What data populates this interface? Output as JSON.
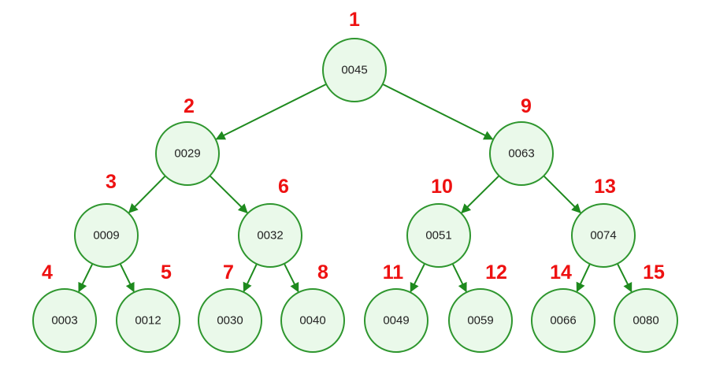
{
  "colors": {
    "node_fill": "#eaf9ea",
    "node_stroke": "#2e962e",
    "edge": "#1e8a1e",
    "order_label": "#ee1111",
    "node_text": "#222222"
  },
  "nodes": [
    {
      "id": "n1",
      "value": "0045",
      "order": "1"
    },
    {
      "id": "n2",
      "value": "0029",
      "order": "2"
    },
    {
      "id": "n3",
      "value": "0009",
      "order": "3"
    },
    {
      "id": "n4",
      "value": "0003",
      "order": "4"
    },
    {
      "id": "n5",
      "value": "0012",
      "order": "5"
    },
    {
      "id": "n6",
      "value": "0032",
      "order": "6"
    },
    {
      "id": "n7",
      "value": "0030",
      "order": "7"
    },
    {
      "id": "n8",
      "value": "0040",
      "order": "8"
    },
    {
      "id": "n9",
      "value": "0063",
      "order": "9"
    },
    {
      "id": "n10",
      "value": "0051",
      "order": "10"
    },
    {
      "id": "n11",
      "value": "0049",
      "order": "11"
    },
    {
      "id": "n12",
      "value": "0059",
      "order": "12"
    },
    {
      "id": "n13",
      "value": "0074",
      "order": "13"
    },
    {
      "id": "n14",
      "value": "0066",
      "order": "14"
    },
    {
      "id": "n15",
      "value": "0080",
      "order": "15"
    }
  ],
  "edges": [
    {
      "from": "n1",
      "to": "n2"
    },
    {
      "from": "n1",
      "to": "n9"
    },
    {
      "from": "n2",
      "to": "n3"
    },
    {
      "from": "n2",
      "to": "n6"
    },
    {
      "from": "n3",
      "to": "n4"
    },
    {
      "from": "n3",
      "to": "n5"
    },
    {
      "from": "n6",
      "to": "n7"
    },
    {
      "from": "n6",
      "to": "n8"
    },
    {
      "from": "n9",
      "to": "n10"
    },
    {
      "from": "n9",
      "to": "n13"
    },
    {
      "from": "n10",
      "to": "n11"
    },
    {
      "from": "n10",
      "to": "n12"
    },
    {
      "from": "n13",
      "to": "n14"
    },
    {
      "from": "n13",
      "to": "n15"
    }
  ]
}
